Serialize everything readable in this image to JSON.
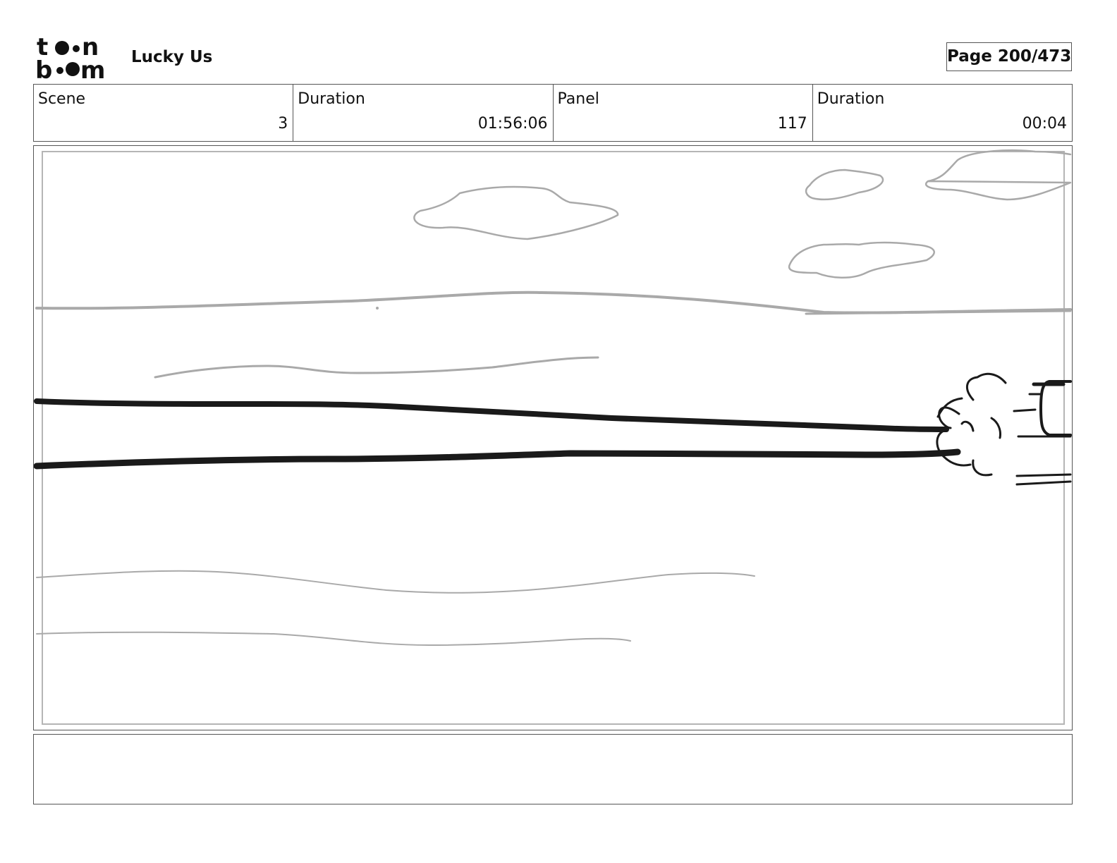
{
  "header": {
    "logo_text": "toon boom",
    "project_title": "Lucky Us",
    "page_label": "Page 200/473"
  },
  "info": [
    {
      "label": "Scene",
      "value": "3"
    },
    {
      "label": "Duration",
      "value": "01:56:06"
    },
    {
      "label": "Panel",
      "value": "117"
    },
    {
      "label": "Duration",
      "value": "00:04"
    }
  ],
  "panel": {
    "drawing": "storyboard-sketch",
    "sketch_color": "#a9a9a9",
    "ink_color": "#1a1a1a"
  },
  "notes": {
    "text": ""
  }
}
